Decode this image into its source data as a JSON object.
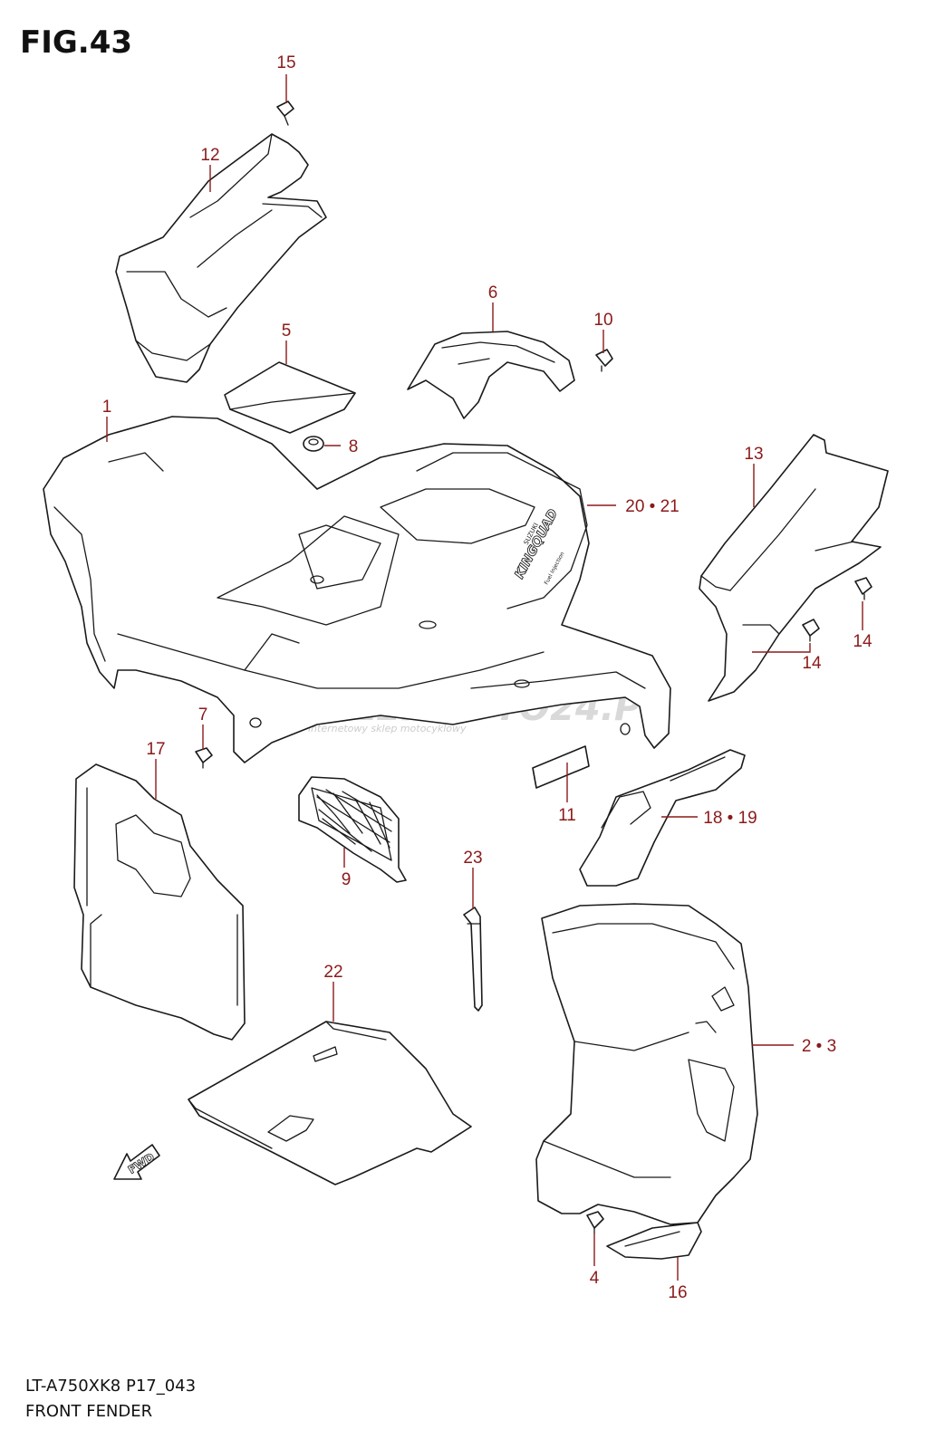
{
  "figure": {
    "title": "FIG.43",
    "model_code": "LT-A750XK8 P17_043",
    "section_name": "FRONT FENDER"
  },
  "callouts": [
    {
      "id": "c15",
      "label": "15"
    },
    {
      "id": "c12",
      "label": "12"
    },
    {
      "id": "c6",
      "label": "6"
    },
    {
      "id": "c10",
      "label": "10"
    },
    {
      "id": "c5",
      "label": "5"
    },
    {
      "id": "c1",
      "label": "1"
    },
    {
      "id": "c8",
      "label": "8"
    },
    {
      "id": "c2021",
      "label": "20 • 21"
    },
    {
      "id": "c13",
      "label": "13"
    },
    {
      "id": "c14a",
      "label": "14"
    },
    {
      "id": "c14b",
      "label": "14"
    },
    {
      "id": "c7",
      "label": "7"
    },
    {
      "id": "c17",
      "label": "17"
    },
    {
      "id": "c11",
      "label": "11"
    },
    {
      "id": "c1819",
      "label": "18 • 19"
    },
    {
      "id": "c9",
      "label": "9"
    },
    {
      "id": "c23",
      "label": "23"
    },
    {
      "id": "c22",
      "label": "22"
    },
    {
      "id": "c23b",
      "label": "2 • 3"
    },
    {
      "id": "c4",
      "label": "4"
    },
    {
      "id": "c16",
      "label": "16"
    }
  ],
  "decal": {
    "brand": "SUZUKI",
    "model": "KINGQUAD",
    "tagline": "Fuel Injection"
  },
  "direction_marker": {
    "label": "FWD"
  },
  "watermark": {
    "brand": "SKLEPMOTO24.PL",
    "tagline": "internetowy sklep motocyklowy"
  },
  "colors": {
    "callout": "#8b1a1a",
    "line": "#1a1a1a",
    "watermark": "#d9d9d9"
  }
}
